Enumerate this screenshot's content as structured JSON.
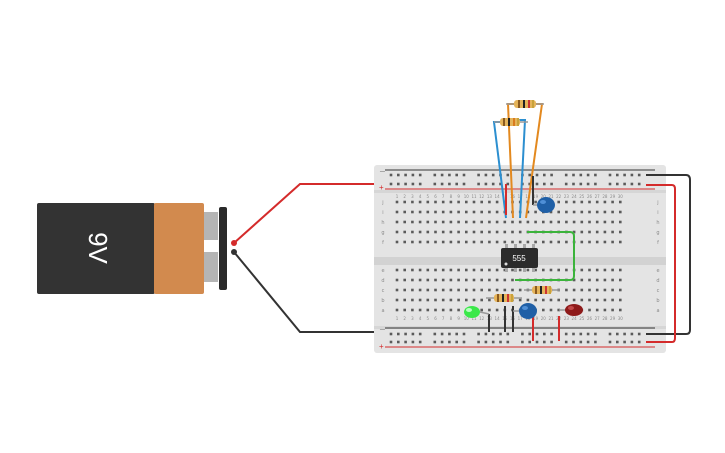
{
  "canvas": {
    "battery": {
      "label": "9V",
      "body_color": "#333333",
      "cap_color": "#d28a4e"
    },
    "chip": {
      "label": "555",
      "color": "#2b2b2b"
    },
    "breadboard": {
      "color": "#e4e4e4",
      "rail_plus_symbol": "+",
      "rail_minus_symbol": "−",
      "row_letters_top": [
        "j",
        "i",
        "h",
        "g",
        "f"
      ],
      "row_letters_bottom": [
        "e",
        "d",
        "c",
        "b",
        "a"
      ],
      "column_count": 30
    },
    "wires": {
      "power_color": "#d42b2b",
      "ground_color": "#333333",
      "signal_blue": "#2c8fd0",
      "signal_orange": "#e3891f",
      "signal_green": "#3bb33b"
    },
    "leds": [
      {
        "name": "green-led",
        "color": "#3be84a"
      },
      {
        "name": "red-led",
        "color": "#8e1a1a"
      }
    ],
    "capacitor_color": "#1f5fa6"
  }
}
